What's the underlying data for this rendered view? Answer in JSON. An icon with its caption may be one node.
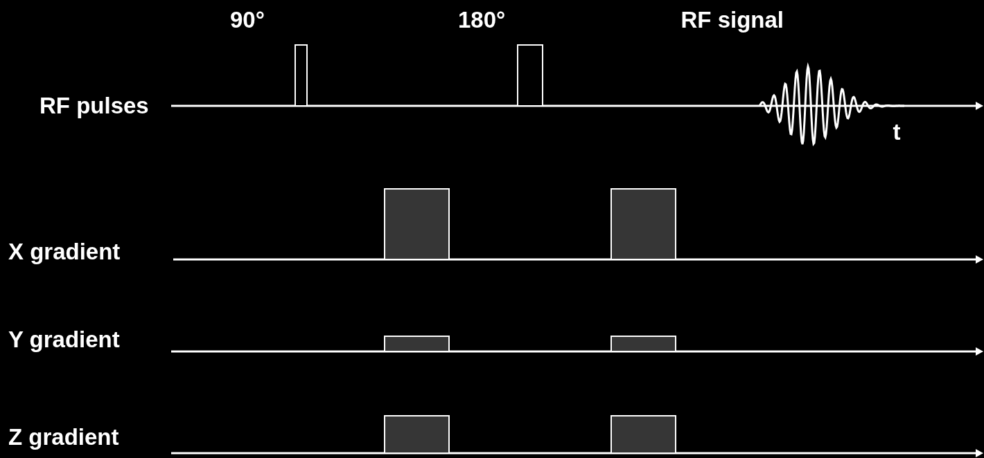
{
  "diagram": {
    "labels": [
      "90°",
      "180°",
      "RF signal",
      "RF pulses",
      "t",
      "X gradient",
      "Y gradient",
      "Z gradient"
    ]
  }
}
